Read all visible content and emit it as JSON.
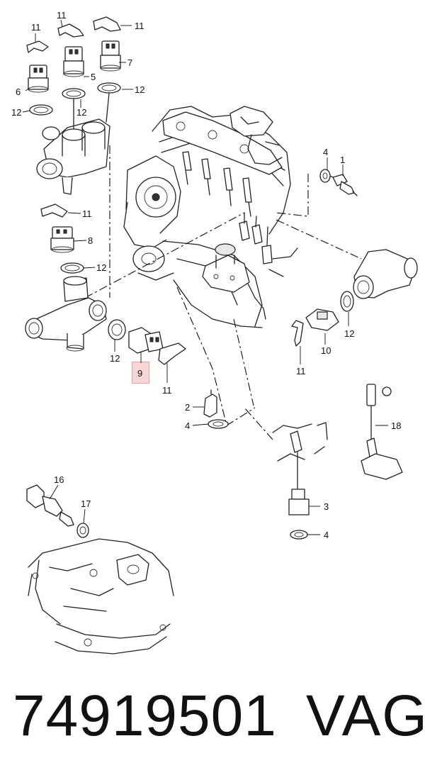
{
  "diagram": {
    "highlighted_callout": "9",
    "callouts": {
      "c11a": "11",
      "c11b": "11",
      "c11c": "11",
      "c11d": "11",
      "c11e": "11",
      "c11f": "11",
      "c7": "7",
      "c5": "5",
      "c6": "6",
      "c12a": "12",
      "c12b": "12",
      "c12c": "12",
      "c12d": "12",
      "c12e": "12",
      "c12f": "12",
      "c8": "8",
      "c9": "9",
      "c10": "10",
      "c4a": "4",
      "c1": "1",
      "c2": "2",
      "c4b": "4",
      "c18": "18",
      "c3": "3",
      "c4c": "4",
      "c16": "16",
      "c17": "17"
    }
  },
  "footer": {
    "part_number": "74919501",
    "brand": "VAG"
  }
}
